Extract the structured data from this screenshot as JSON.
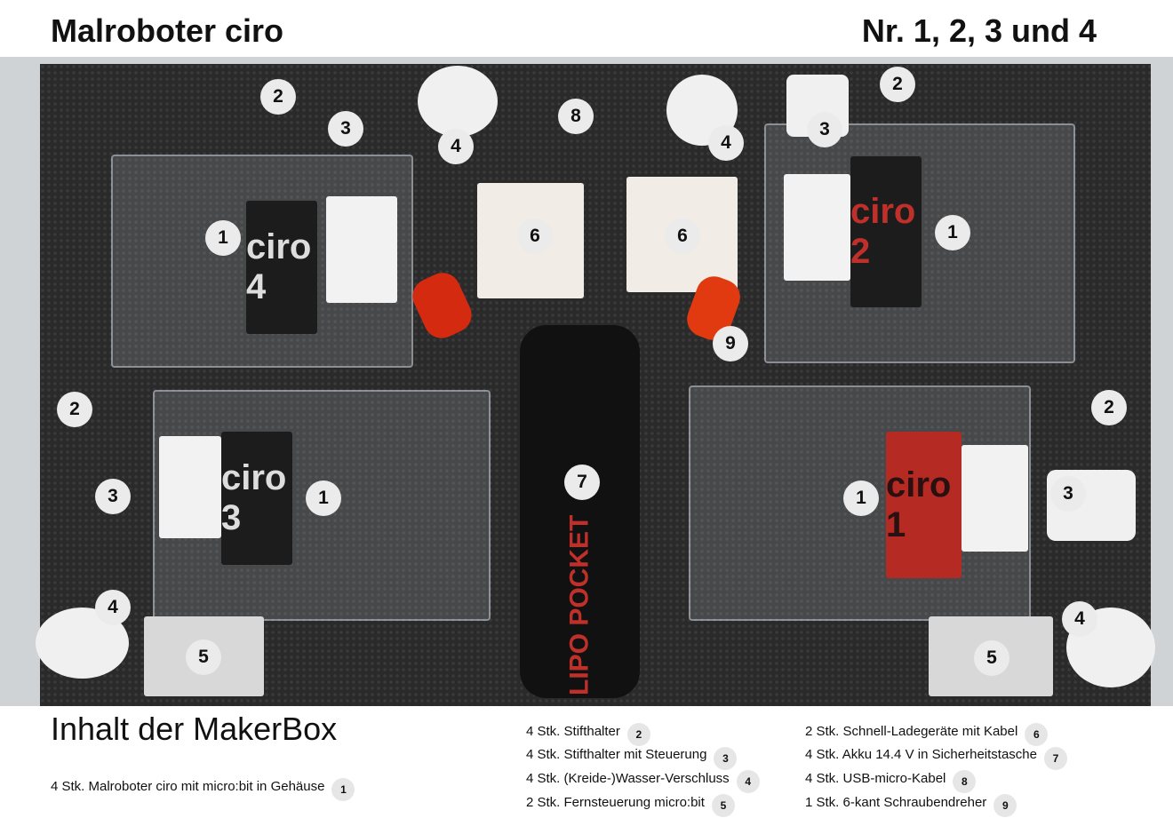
{
  "header": {
    "title": "Malroboter ciro",
    "robots": "Nr. 1, 2, 3 und 4"
  },
  "photo": {
    "robot_plates": [
      "ciro 4",
      "ciro 2",
      "ciro 3",
      "ciro 1"
    ],
    "battery_bag": "LIPO POCKET",
    "badges": [
      "1",
      "1",
      "1",
      "1",
      "2",
      "2",
      "2",
      "2",
      "3",
      "3",
      "3",
      "3",
      "4",
      "4",
      "4",
      "4",
      "5",
      "5",
      "6",
      "6",
      "7",
      "8",
      "9"
    ]
  },
  "contents": {
    "heading": "Inhalt der MakerBox",
    "main_item": {
      "text": "4 Stk. Malroboter ciro mit micro:bit in Gehäuse",
      "num": "1"
    },
    "col1": [
      {
        "text": "4 Stk. Stifthalter",
        "num": "2"
      },
      {
        "text": "4 Stk. Stifthalter mit Steuerung",
        "num": "3"
      },
      {
        "text": "4 Stk. (Kreide-)Wasser-Verschluss",
        "num": "4"
      },
      {
        "text": "2 Stk. Fernsteuerung micro:bit",
        "num": "5"
      }
    ],
    "col2": [
      {
        "text": "2 Stk. Schnell-Ladegeräte mit Kabel",
        "num": "6"
      },
      {
        "text": "4 Stk. Akku 14.4 V in Sicherheitstasche",
        "num": "7"
      },
      {
        "text": "4 Stk. USB-micro-Kabel",
        "num": "8"
      },
      {
        "text": "1 Stk. 6-kant Schraubendreher",
        "num": "9"
      }
    ]
  }
}
